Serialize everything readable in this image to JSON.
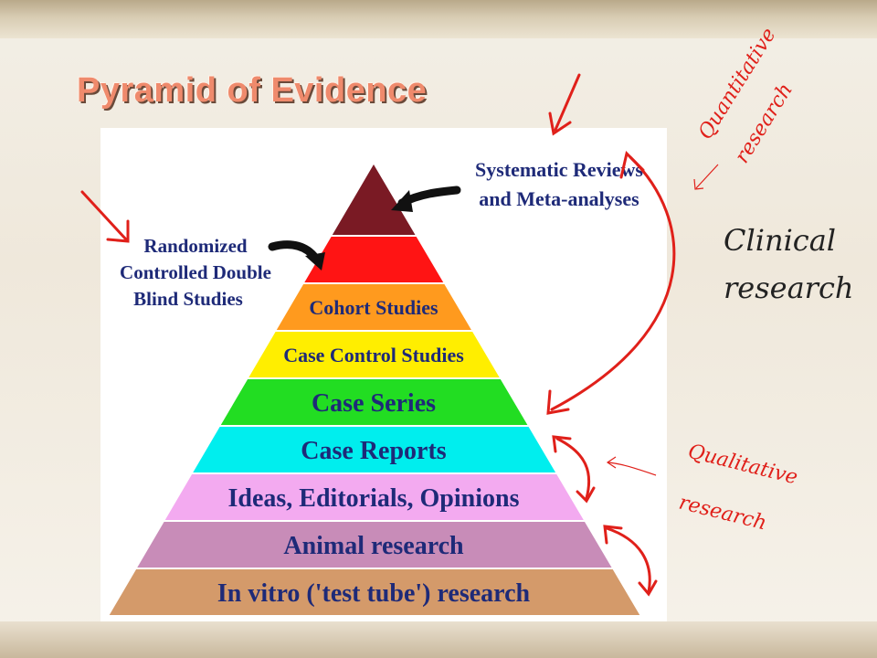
{
  "slide": {
    "title": "Pyramid of Evidence"
  },
  "pyramid": {
    "levels": [
      {
        "label": "",
        "color": "#7a1a24"
      },
      {
        "label": "",
        "color": "#ff1414"
      },
      {
        "label": "Cohort Studies",
        "color": "#ff9a1e"
      },
      {
        "label": "Case Control Studies",
        "color": "#ffee00"
      },
      {
        "label": "Case Series",
        "color": "#22dd22"
      },
      {
        "label": "Case Reports",
        "color": "#00eeee"
      },
      {
        "label": "Ideas, Editorials, Opinions",
        "color": "#f3aaf0"
      },
      {
        "label": "Animal research",
        "color": "#c88cb8"
      },
      {
        "label": "In vitro ('test tube') research",
        "color": "#d49a6a"
      }
    ]
  },
  "callouts": {
    "systematic_line1": "Systematic Reviews",
    "systematic_line2": "and Meta-analyses",
    "rct_line1": "Randomized",
    "rct_line2": "Controlled Double",
    "rct_line3": "Blind Studies"
  },
  "annotations": {
    "quantitative_line1": "Quantitative",
    "quantitative_line2": "research",
    "clinical_line1": "Clinical",
    "clinical_line2": "research",
    "qualitative_line1": "Qualitative",
    "qualitative_line2": "research"
  },
  "colors": {
    "annotation_red": "#e0201a",
    "label_blue": "#1e2a78",
    "title": "#ef8a6c"
  }
}
